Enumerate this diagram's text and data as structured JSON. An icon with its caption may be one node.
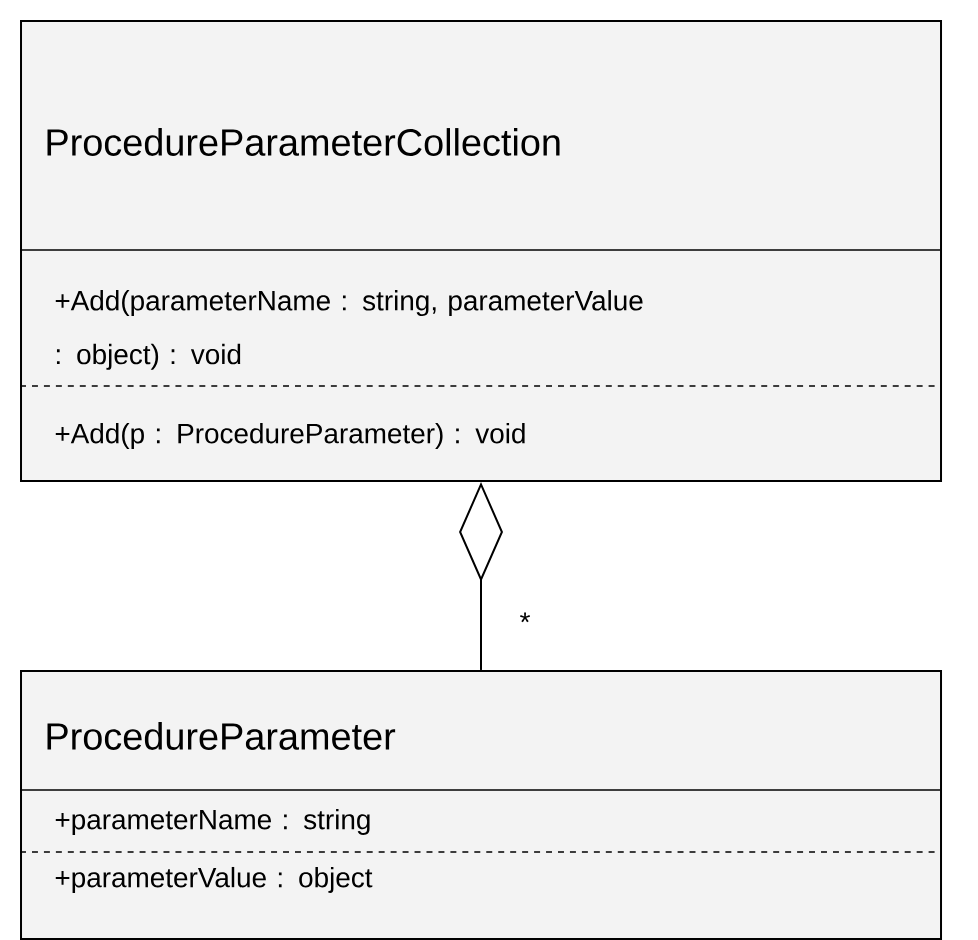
{
  "diagram": {
    "nodes": [
      {
        "text": [
          "ProcedureParameterCollection",
          "+Add(parameterName : string, parameterValue : object) : void",
          "+Add(p : ProcedureParameter) : void"
        ]
      },
      {
        "text": [
          "ProcedureParameter",
          "+parameterName : string",
          "+parameterValue : object"
        ]
      }
    ],
    "edges": [
      {
        "from": 1,
        "to": 0,
        "arrow": "other",
        "label": "*"
      }
    ]
  }
}
